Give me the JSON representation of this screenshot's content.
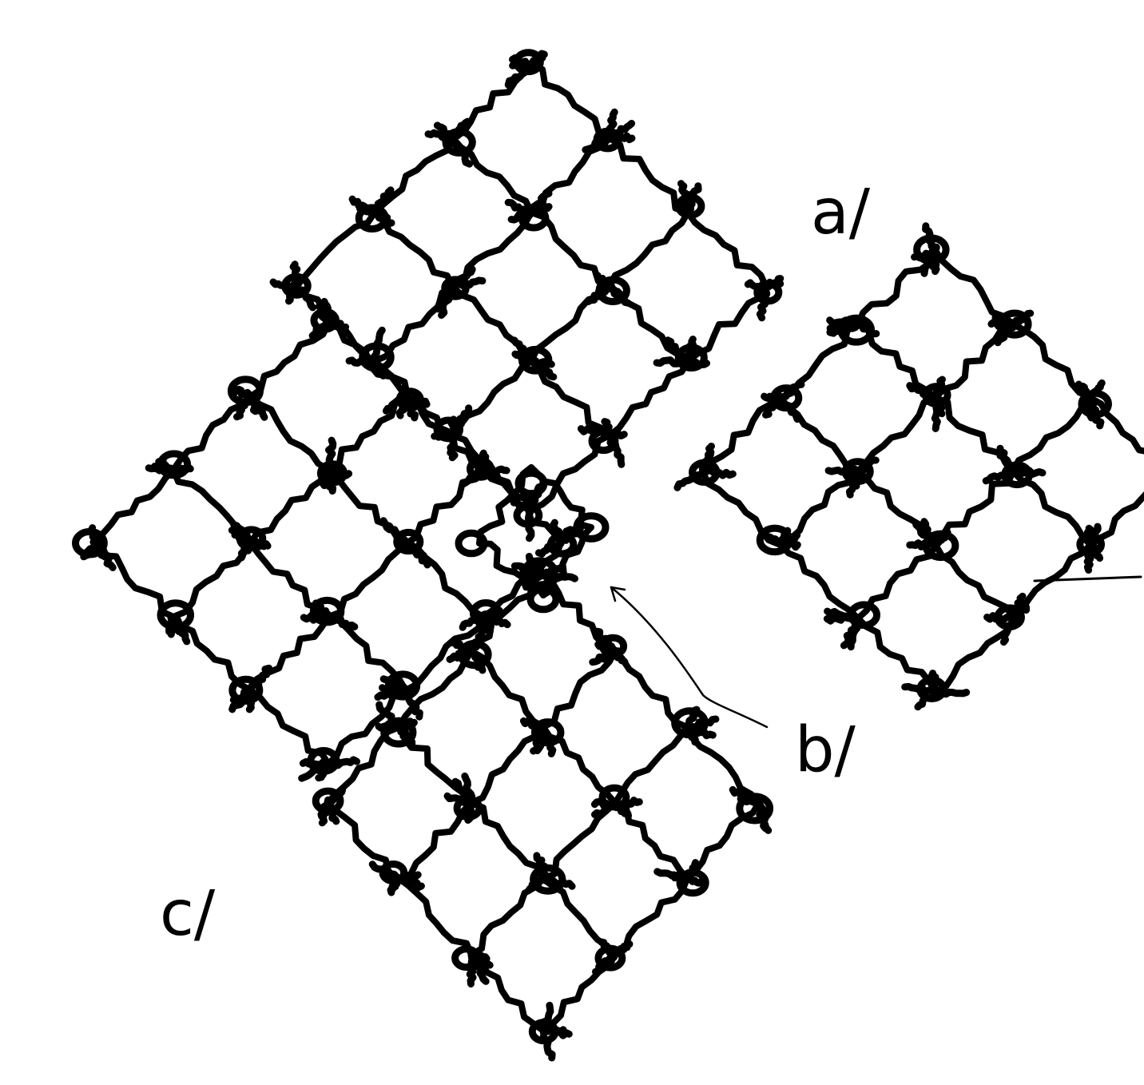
{
  "labels": {
    "a": "a/",
    "b": "b/",
    "c": "c/"
  },
  "colors": {
    "ink": "#000000",
    "background": "#ffffff"
  }
}
